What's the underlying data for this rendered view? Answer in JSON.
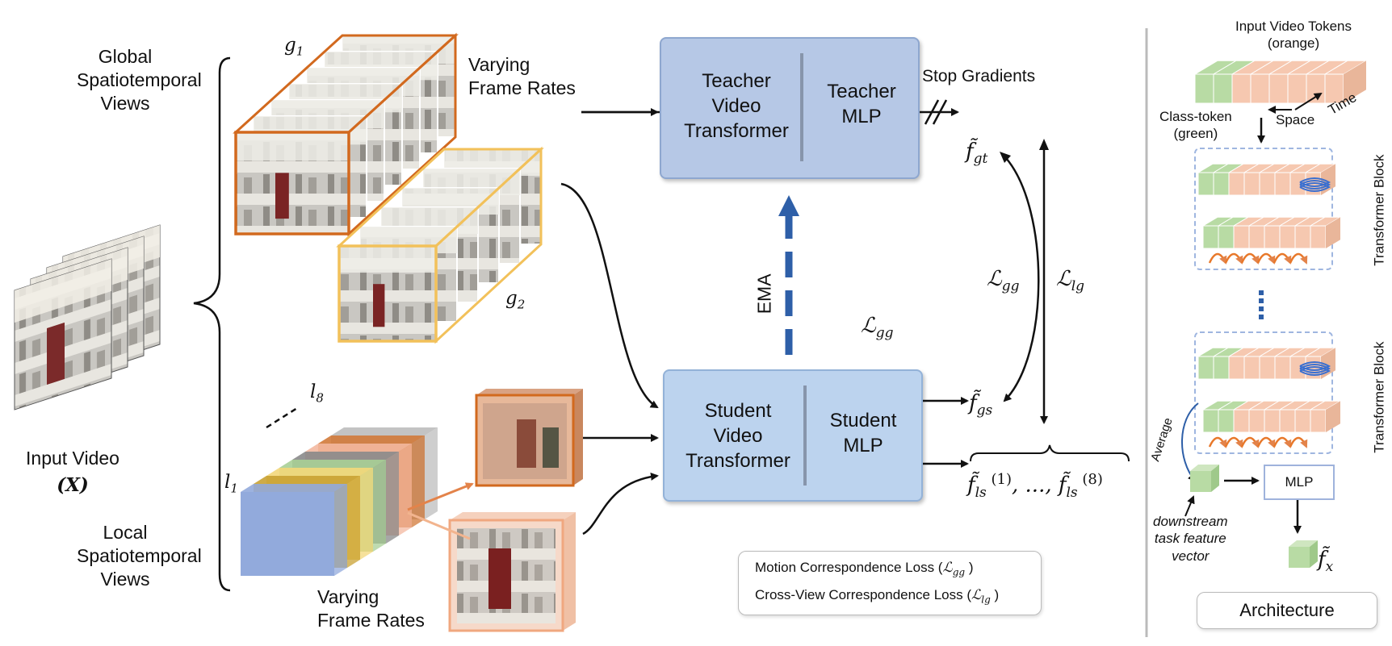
{
  "labels": {
    "global_views": "Global\nSpatiotemporal\nViews",
    "local_views": "Local\nSpatiotemporal\nViews",
    "input_video": "Input Video",
    "input_video_sym": "(X)",
    "g1": "g1",
    "g2": "g2",
    "l1": "l1",
    "l8": "l8",
    "varying_top": "Varying\nFrame Rates",
    "varying_bottom": "Varying\nFrame Rates",
    "stop_gradients": "Stop Gradients",
    "ema": "EMA",
    "f_gt": "f̃gt",
    "f_gs": "f̃gs",
    "f_ls": "f̃ls(1), ..., f̃ls(8)",
    "L_gg_mid": "ℒgg",
    "L_gg_curve": "ℒgg",
    "L_lg": "ℒlg"
  },
  "teacher": {
    "left": "Teacher\nVideo\nTransformer",
    "right": "Teacher\nMLP"
  },
  "student": {
    "left": "Student\nVideo\nTransformer",
    "right": "Student\nMLP"
  },
  "legend": {
    "motion": "Motion Correspondence Loss (ℒgg )",
    "cross": "Cross-View Correspondence Loss (ℒlg )"
  },
  "arch": {
    "input_tokens": "Input Video Tokens\n(orange)",
    "class_token": "Class-token\n(green)",
    "space": "Space",
    "time": "Time",
    "transformer_block_1": "Transformer Block",
    "transformer_block_2": "Transformer Block",
    "average": "Average",
    "mlp": "MLP",
    "downstream": "downstream\ntask feature\nvector",
    "f_x": "f̃x",
    "architecture_btn": "Architecture"
  },
  "colors": {
    "orange_border": "#d2691e",
    "yellow_border": "#f2c15a",
    "teacher_fill": "#b6c8e6",
    "student_fill": "#bcd3ee",
    "ema_arrow": "#2e5fa8",
    "token_orange": "#f6c8b0",
    "token_green": "#b8dba4",
    "attn_blue": "#3a6fd0",
    "attn_orange": "#e8782a"
  },
  "local_stack_colors": [
    "#92aadc",
    "#c9a233",
    "#f3d77a",
    "#a8cf96",
    "#8a8a8a",
    "#f3b8a0",
    "#d27a3a",
    "#bdbdbd"
  ]
}
